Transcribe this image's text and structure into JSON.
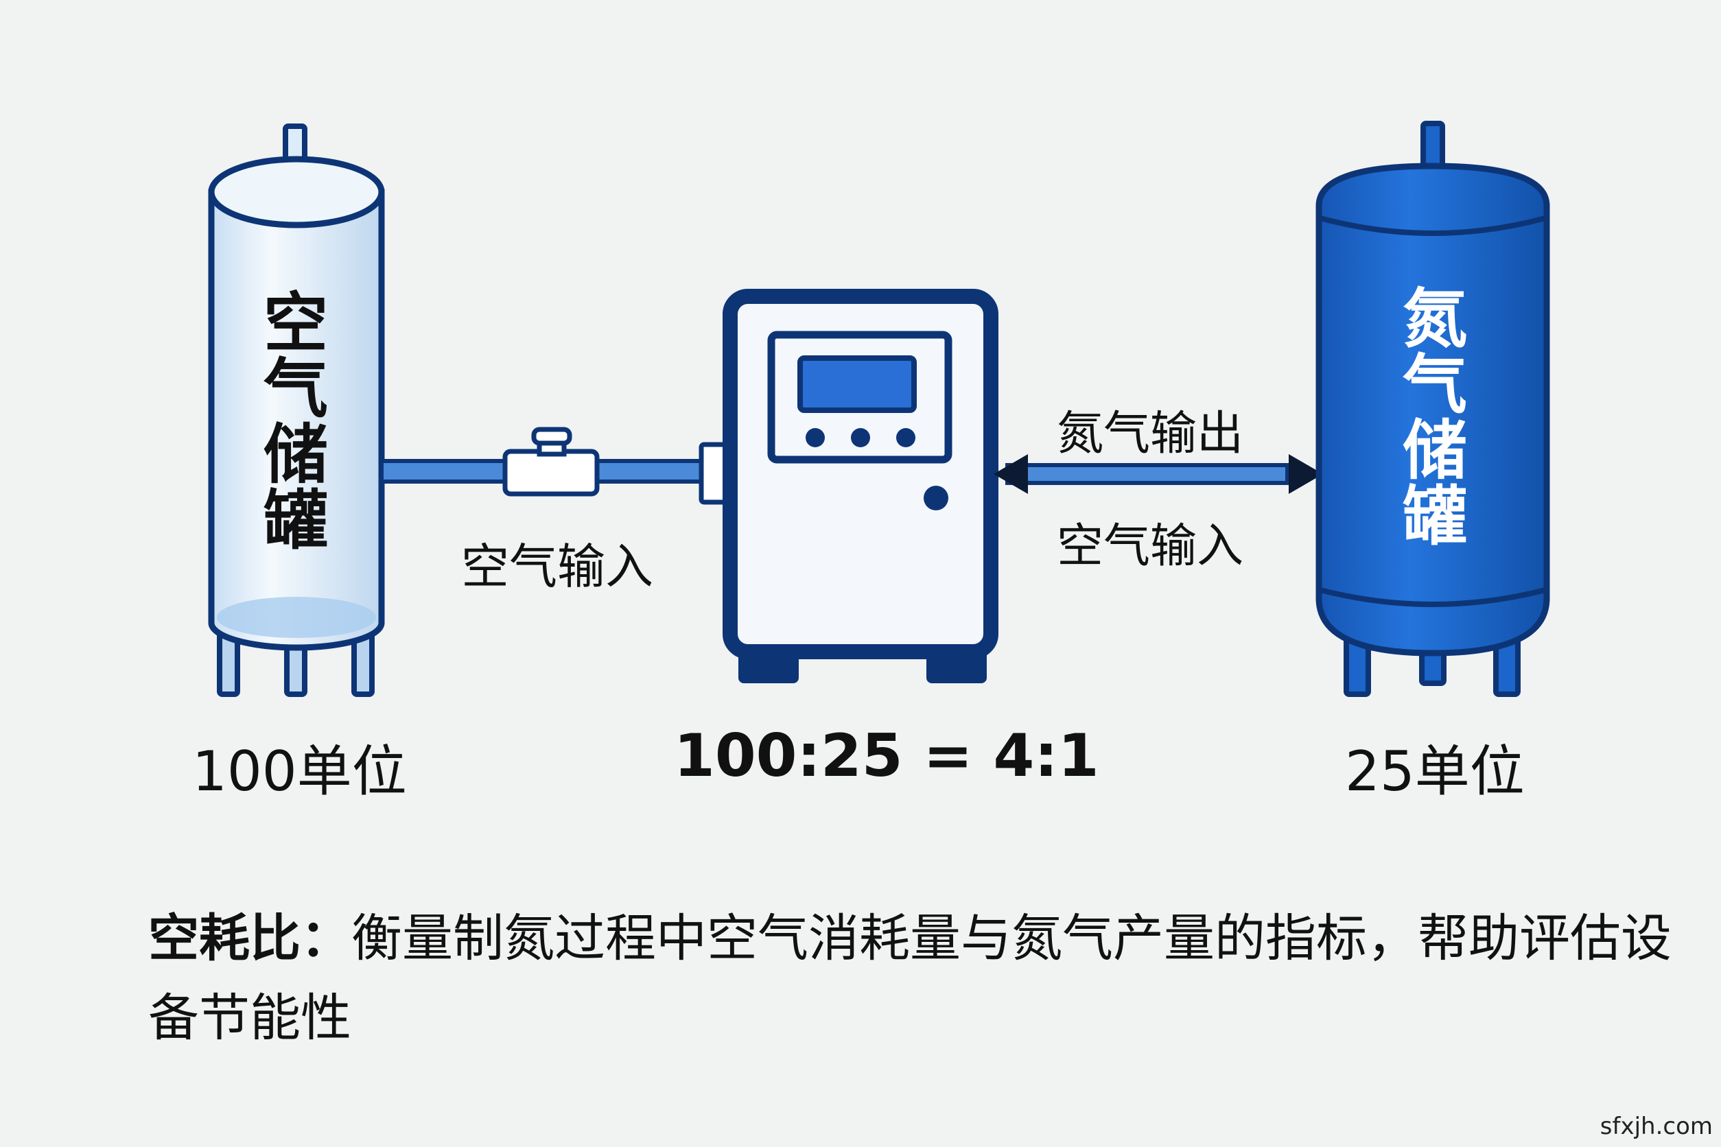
{
  "air_tank": {
    "label_chars": [
      "空",
      "气",
      "储",
      "罐"
    ],
    "amount": "100单位"
  },
  "nitrogen_tank": {
    "label_chars": [
      "氮",
      "气",
      "储",
      "罐"
    ],
    "amount": "25单位"
  },
  "connections": {
    "air_input_left": "空气输入",
    "nitrogen_output": "氮气输出",
    "air_input_right": "空气输入"
  },
  "ratio": "100:25 = 4:1",
  "description": {
    "term": "空耗比：",
    "text": "衡量制氮过程中空气消耗量与氮气产量的指标，帮助评估设备节能性"
  },
  "watermark": "sfxjh.com",
  "colors": {
    "outline": "#0d3576",
    "air_tank_fill": "#dcecf8",
    "nitrogen_tank_fill": "#1b65cb",
    "pipe": "#3f7fd0",
    "screen": "#2a6fd6",
    "background": "#f1f2f2"
  }
}
